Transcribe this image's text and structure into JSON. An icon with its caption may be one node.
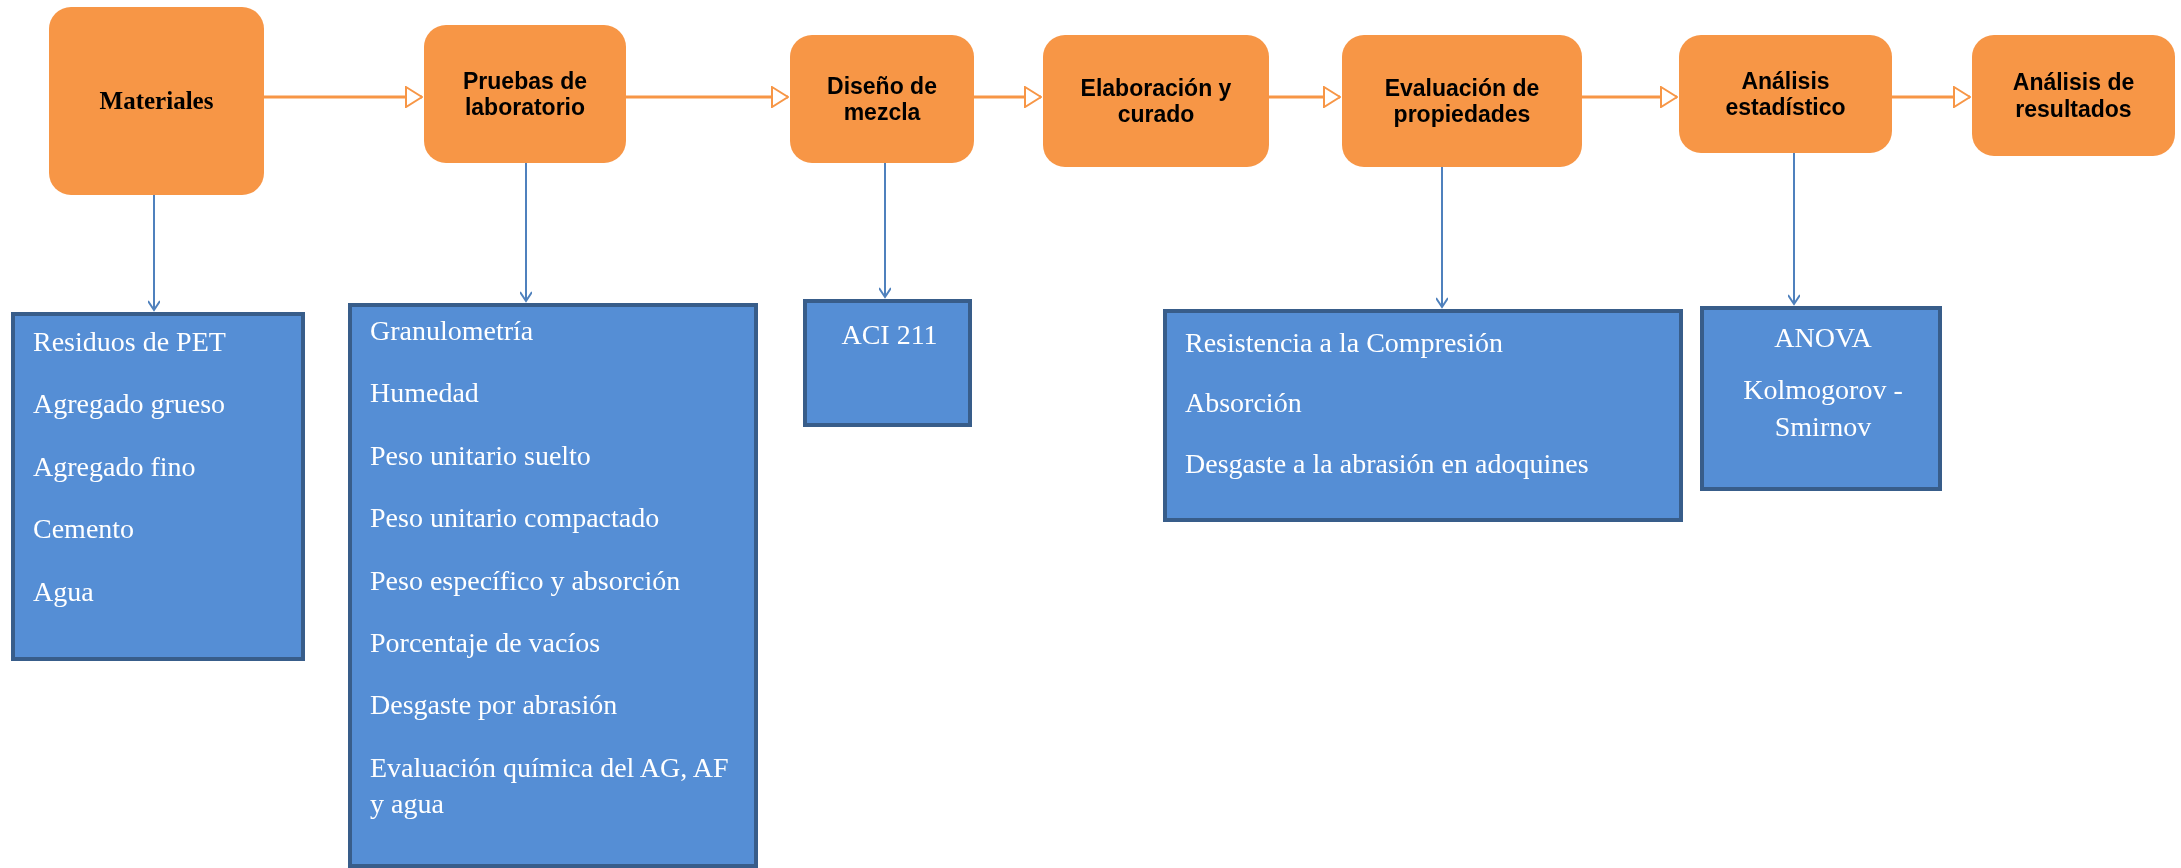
{
  "diagram": {
    "nodes": [
      {
        "text": [
          "Materiales"
        ]
      },
      {
        "text": [
          "Pruebas de laboratorio"
        ]
      },
      {
        "text": [
          "Diseño de mezcla"
        ]
      },
      {
        "text": [
          "Elaboración y curado"
        ]
      },
      {
        "text": [
          "Evaluación de propiedades"
        ]
      },
      {
        "text": [
          "Análisis estadístico"
        ]
      },
      {
        "text": [
          "Análisis de resultados"
        ]
      },
      {
        "text": [
          "Residuos de PET",
          "Agregado grueso",
          "Agregado fino",
          "Cemento",
          "Agua"
        ]
      },
      {
        "text": [
          "Granulometría",
          "Humedad",
          "Peso unitario suelto",
          "Peso unitario compactado",
          "Peso específico y absorción",
          "Porcentaje de vacíos",
          "Desgaste por abrasión",
          "Evaluación química del AG, AF y agua"
        ]
      },
      {
        "text": [
          "ACI 211"
        ]
      },
      {
        "text": [
          "Resistencia a la Compresión",
          "Absorción",
          "Desgaste a la abrasión en adoquines"
        ]
      },
      {
        "text": [
          "ANOVA",
          "Kolmogorov - Smirnov"
        ]
      }
    ],
    "edges": [
      {
        "from": 0,
        "to": 1,
        "arrow": "to"
      },
      {
        "from": 1,
        "to": 2,
        "arrow": "to"
      },
      {
        "from": 2,
        "to": 3,
        "arrow": "to"
      },
      {
        "from": 3,
        "to": 4,
        "arrow": "to"
      },
      {
        "from": 4,
        "to": 5,
        "arrow": "to"
      },
      {
        "from": 5,
        "to": 6,
        "arrow": "to"
      },
      {
        "from": 0,
        "to": 7,
        "arrow": "to",
        "color": "#4f81bd"
      },
      {
        "from": 1,
        "to": 8,
        "arrow": "to",
        "color": "#4f81bd"
      },
      {
        "from": 2,
        "to": 9,
        "arrow": "to",
        "color": "#4f81bd"
      },
      {
        "from": 4,
        "to": 10,
        "arrow": "to",
        "color": "#4f81bd"
      },
      {
        "from": 5,
        "to": 11,
        "arrow": "to",
        "color": "#4f81bd"
      }
    ]
  }
}
